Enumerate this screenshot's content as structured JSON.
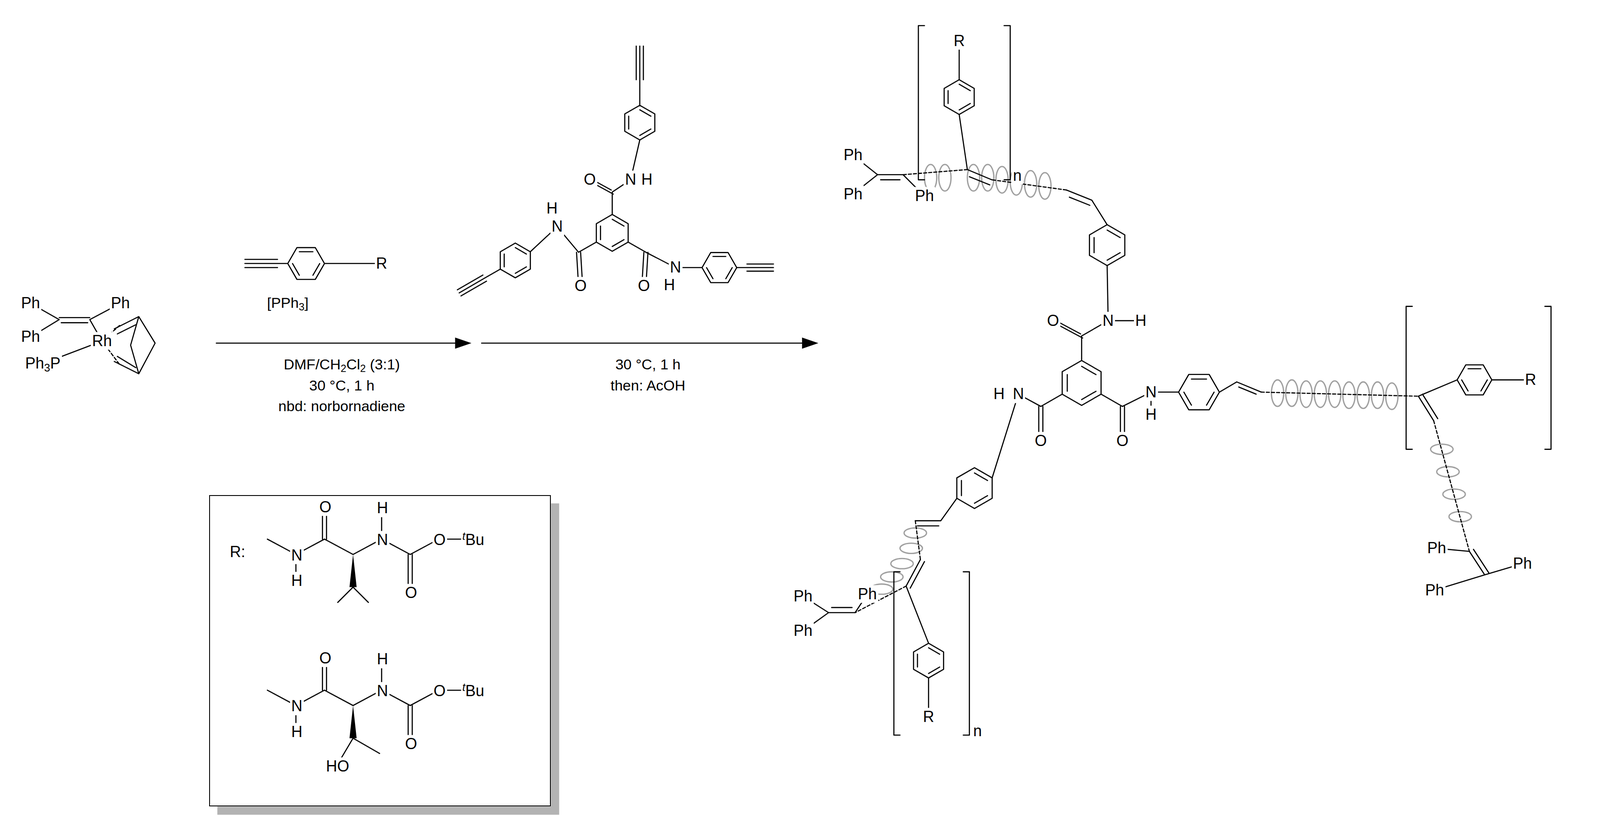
{
  "diagram": {
    "nodes": [
      {
        "text": [
          "R:",
          "O",
          "H",
          "N",
          "N",
          "O",
          "tBu",
          "H",
          "O",
          "O",
          "H",
          "N",
          "N",
          "O",
          "tBu",
          "H",
          "O",
          "HO"
        ]
      }
    ],
    "labels": [
      "Ph",
      "Ph",
      "Ph",
      "Rh",
      "Ph3P",
      "R",
      "[PPh3]",
      "DMF/CH2Cl2 (3:1)",
      "30 °C, 1 h",
      "nbd: norbornadiene",
      "O",
      "N",
      "H",
      "H",
      "N",
      "O",
      "O",
      "H",
      "N",
      "30 °C, 1 h",
      "then: AcOH",
      "R",
      "Ph",
      "n",
      "Ph",
      "Ph",
      "O",
      "N",
      "H",
      "H",
      "N",
      "O",
      "N",
      "H",
      "O",
      "R",
      "Ph",
      "Ph",
      "Ph",
      "Ph",
      "Ph",
      "Ph",
      "R",
      "n"
    ]
  }
}
